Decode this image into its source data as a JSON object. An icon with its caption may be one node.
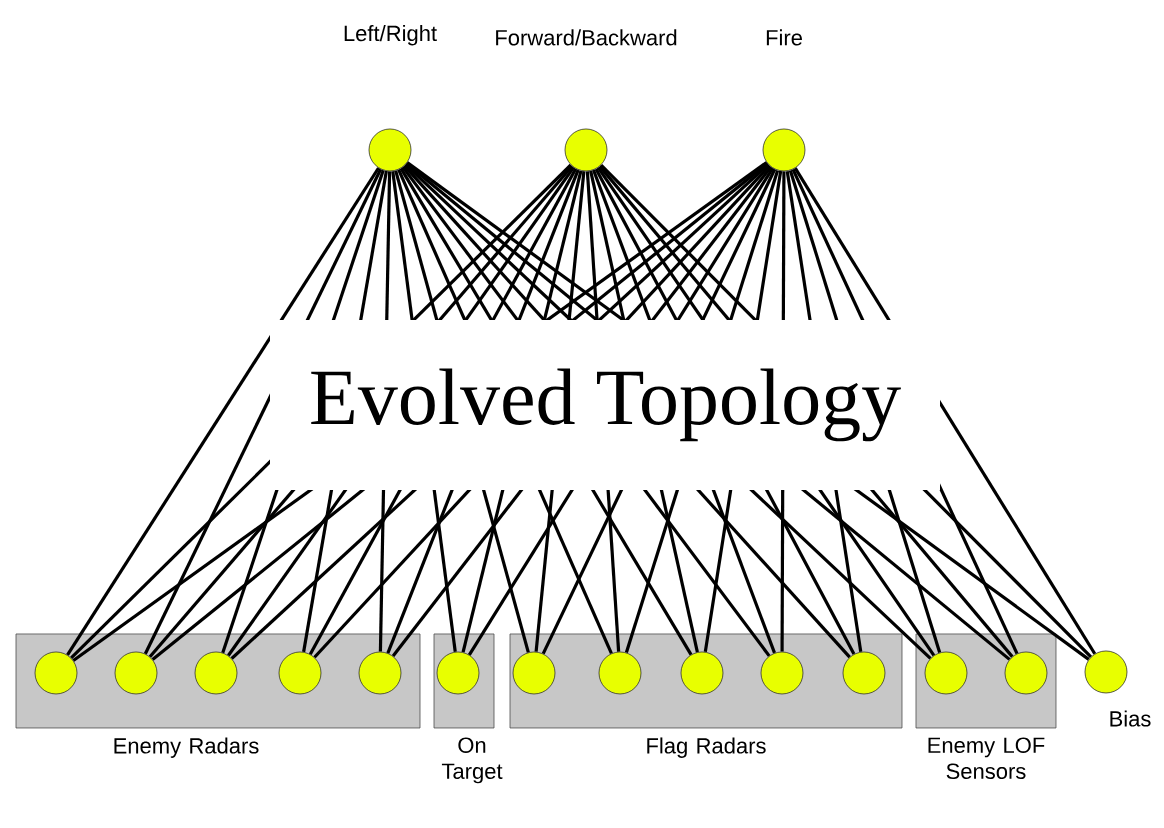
{
  "diagram": {
    "nodes": [
      {
        "text": [],
        "shape": "circle",
        "beside": [
          "Left/Right"
        ]
      },
      {
        "text": [],
        "shape": "circle",
        "beside": [
          "Forward/Backward"
        ]
      },
      {
        "text": [],
        "shape": "circle",
        "beside": [
          "Fire"
        ]
      },
      {
        "text": [
          "Evolved Topology"
        ]
      },
      {
        "text": [
          "Enemy Radars"
        ]
      },
      {
        "text": [],
        "shape": "circle",
        "in": 4
      },
      {
        "text": [],
        "shape": "circle",
        "in": 4
      },
      {
        "text": [],
        "shape": "circle",
        "in": 4
      },
      {
        "text": [],
        "shape": "circle",
        "in": 4
      },
      {
        "text": [],
        "shape": "circle",
        "in": 4
      },
      {
        "text": [
          "On Target"
        ]
      },
      {
        "text": [],
        "shape": "circle",
        "in": 10
      },
      {
        "text": [
          "Flag Radars"
        ]
      },
      {
        "text": [],
        "shape": "circle",
        "in": 12
      },
      {
        "text": [],
        "shape": "circle",
        "in": 12
      },
      {
        "text": [],
        "shape": "circle",
        "in": 12
      },
      {
        "text": [],
        "shape": "circle",
        "in": 12
      },
      {
        "text": [],
        "shape": "circle",
        "in": 12
      },
      {
        "text": [
          "Enemy LOF Sensors"
        ]
      },
      {
        "text": [],
        "shape": "circle",
        "in": 18
      },
      {
        "text": [],
        "shape": "circle",
        "in": 18
      },
      {
        "text": [],
        "shape": "circle",
        "beside": [
          "Bias"
        ]
      }
    ],
    "edges": [
      {
        "from": 0,
        "to": 5,
        "arrow": "none"
      },
      {
        "from": 0,
        "to": 6,
        "arrow": "none"
      },
      {
        "from": 0,
        "to": 7,
        "arrow": "none"
      },
      {
        "from": 0,
        "to": 8,
        "arrow": "none"
      },
      {
        "from": 0,
        "to": 9,
        "arrow": "none"
      },
      {
        "from": 0,
        "to": 11,
        "arrow": "none"
      },
      {
        "from": 0,
        "to": 13,
        "arrow": "none"
      },
      {
        "from": 0,
        "to": 14,
        "arrow": "none"
      },
      {
        "from": 0,
        "to": 15,
        "arrow": "none"
      },
      {
        "from": 0,
        "to": 16,
        "arrow": "none"
      },
      {
        "from": 0,
        "to": 17,
        "arrow": "none"
      },
      {
        "from": 0,
        "to": 19,
        "arrow": "none"
      },
      {
        "from": 0,
        "to": 20,
        "arrow": "none"
      },
      {
        "from": 0,
        "to": 21,
        "arrow": "none"
      },
      {
        "from": 1,
        "to": 5,
        "arrow": "none"
      },
      {
        "from": 1,
        "to": 6,
        "arrow": "none"
      },
      {
        "from": 1,
        "to": 7,
        "arrow": "none"
      },
      {
        "from": 1,
        "to": 8,
        "arrow": "none"
      },
      {
        "from": 1,
        "to": 9,
        "arrow": "none"
      },
      {
        "from": 1,
        "to": 11,
        "arrow": "none"
      },
      {
        "from": 1,
        "to": 13,
        "arrow": "none"
      },
      {
        "from": 1,
        "to": 14,
        "arrow": "none"
      },
      {
        "from": 1,
        "to": 15,
        "arrow": "none"
      },
      {
        "from": 1,
        "to": 16,
        "arrow": "none"
      },
      {
        "from": 1,
        "to": 17,
        "arrow": "none"
      },
      {
        "from": 1,
        "to": 19,
        "arrow": "none"
      },
      {
        "from": 1,
        "to": 20,
        "arrow": "none"
      },
      {
        "from": 1,
        "to": 21,
        "arrow": "none"
      },
      {
        "from": 2,
        "to": 5,
        "arrow": "none"
      },
      {
        "from": 2,
        "to": 6,
        "arrow": "none"
      },
      {
        "from": 2,
        "to": 7,
        "arrow": "none"
      },
      {
        "from": 2,
        "to": 8,
        "arrow": "none"
      },
      {
        "from": 2,
        "to": 9,
        "arrow": "none"
      },
      {
        "from": 2,
        "to": 11,
        "arrow": "none"
      },
      {
        "from": 2,
        "to": 13,
        "arrow": "none"
      },
      {
        "from": 2,
        "to": 14,
        "arrow": "none"
      },
      {
        "from": 2,
        "to": 15,
        "arrow": "none"
      },
      {
        "from": 2,
        "to": 16,
        "arrow": "none"
      },
      {
        "from": 2,
        "to": 17,
        "arrow": "none"
      },
      {
        "from": 2,
        "to": 19,
        "arrow": "none"
      },
      {
        "from": 2,
        "to": 20,
        "arrow": "none"
      },
      {
        "from": 2,
        "to": 21,
        "arrow": "none"
      }
    ]
  }
}
